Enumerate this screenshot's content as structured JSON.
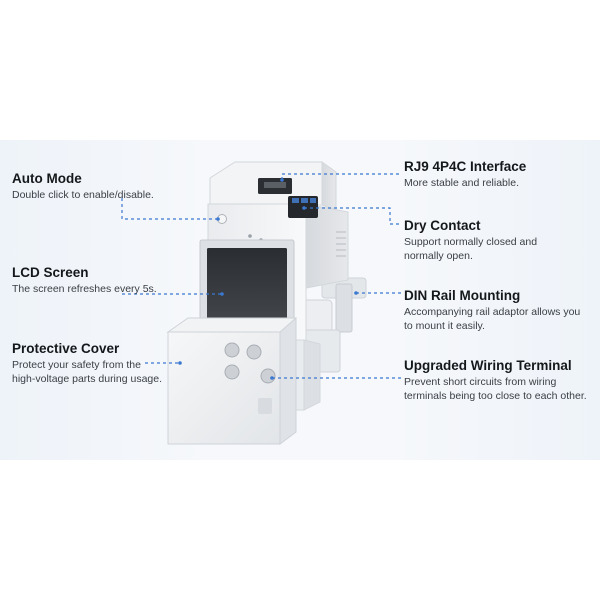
{
  "features": {
    "auto_mode": {
      "title": "Auto Mode",
      "desc": "Double click to enable/disable."
    },
    "lcd_screen": {
      "title": "LCD Screen",
      "desc": "The screen refreshes every 5s."
    },
    "protective_cover": {
      "title": "Protective Cover",
      "desc": "Protect your safety from the high-voltage parts during usage."
    },
    "rj9": {
      "title": "RJ9 4P4C Interface",
      "desc": "More stable and reliable."
    },
    "dry_contact": {
      "title": "Dry Contact",
      "desc": "Support normally closed and normally open."
    },
    "din_rail": {
      "title": "DIN Rail Mounting",
      "desc": "Accompanying rail adaptor allows you to mount it easily."
    },
    "wiring_terminal": {
      "title": "Upgraded Wiring Terminal",
      "desc": "Prevent short circuits from wiring terminals being too close to each other."
    }
  },
  "colors": {
    "accent": "#3b78d0",
    "title": "#15181b",
    "desc": "#3a3f45"
  }
}
